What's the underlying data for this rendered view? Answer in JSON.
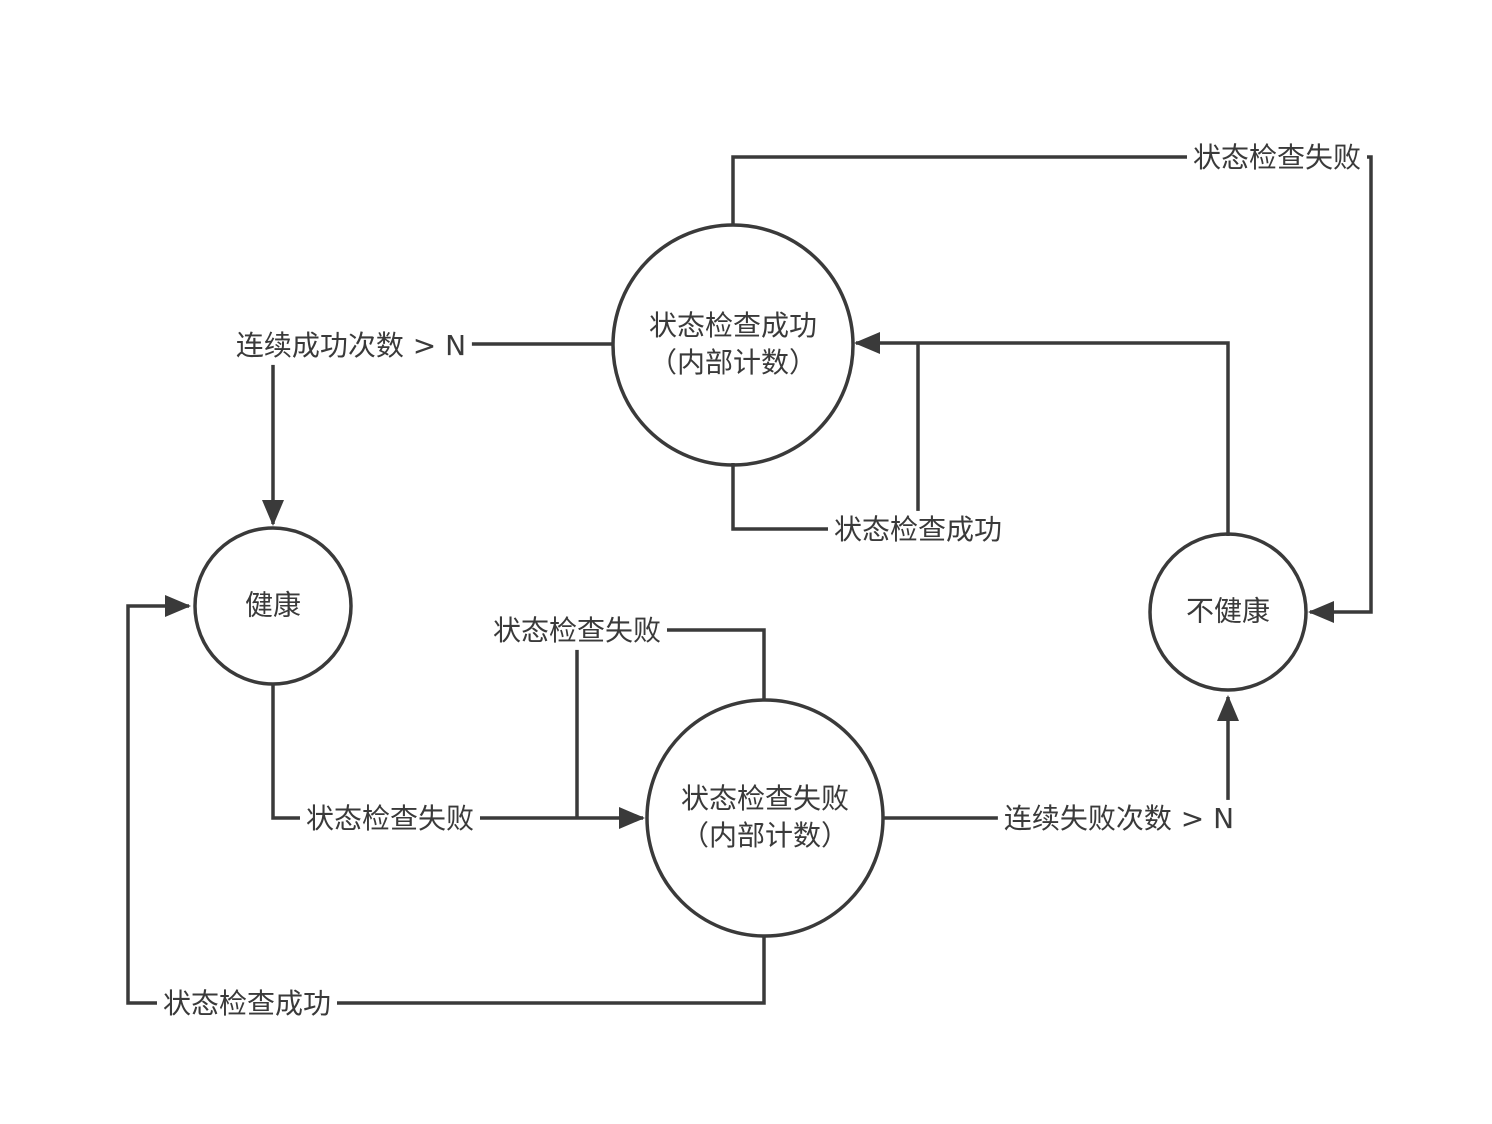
{
  "diagram": {
    "title": "health-check-state-machine",
    "background_color": "#ffffff",
    "line_color": "#3a3a3a",
    "text_color": "#3a3a3a",
    "nodes": {
      "success_counter": {
        "line1": "状态检查成功",
        "line2": "（内部计数）"
      },
      "healthy": {
        "label": "健康"
      },
      "unhealthy": {
        "label": "不健康"
      },
      "failure_counter": {
        "line1": "状态检查失败",
        "line2": "（内部计数）"
      }
    },
    "edge_labels": {
      "top_fail": "状态检查失败",
      "consecutive_success": "连续成功次数 > N",
      "selfloop_success": "状态检查成功",
      "selfloop_fail": "状态检查失败",
      "healthy_fail": "状态检查失败",
      "consecutive_fail": "连续失败次数 > N",
      "bottom_success": "状态检查成功"
    },
    "edges": [
      {
        "from": "success_counter",
        "to": "unhealthy",
        "label": "状态检查失败"
      },
      {
        "from": "success_counter",
        "to": "success_counter",
        "label": "状态检查成功"
      },
      {
        "from": "unhealthy",
        "to": "success_counter",
        "label": "状态检查成功"
      },
      {
        "from": "success_counter",
        "to": "healthy",
        "label": "连续成功次数 > N"
      },
      {
        "from": "healthy",
        "to": "failure_counter",
        "label": "状态检查失败"
      },
      {
        "from": "failure_counter",
        "to": "failure_counter",
        "label": "状态检查失败"
      },
      {
        "from": "failure_counter",
        "to": "unhealthy",
        "label": "连续失败次数 > N"
      },
      {
        "from": "failure_counter",
        "to": "healthy",
        "label": "状态检查成功"
      }
    ]
  }
}
